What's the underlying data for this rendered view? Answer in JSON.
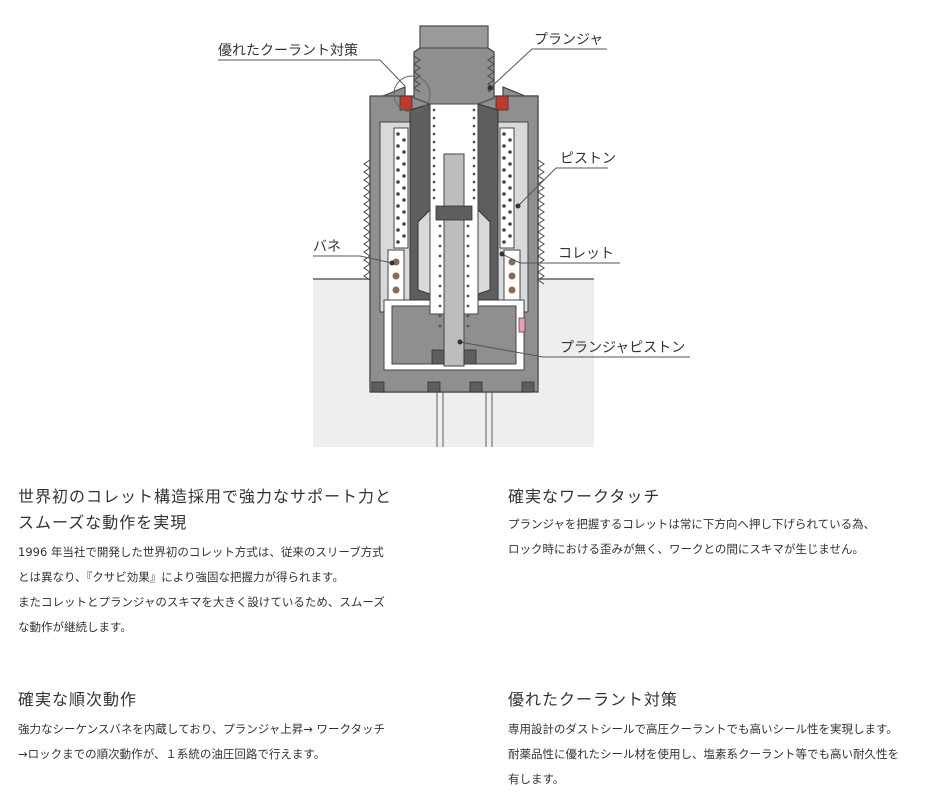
{
  "diagram": {
    "labels": {
      "coolant": "優れたクーラント対策",
      "plunger": "プランジャ",
      "piston": "ピストン",
      "spring": "バネ",
      "collet": "コレット",
      "plunger_piston": "プランジャピストン"
    }
  },
  "features": [
    {
      "title": "世界初のコレット構造採用で強力なサポート力と",
      "title2": "スムーズな動作を実現",
      "lines": [
        "1996 年当社で開発した世界初のコレット方式は、従来のスリーブ方式",
        "とは異なり、『クサビ効果』により強固な把握力が得られます。",
        "またコレットとプランジャのスキマを大きく設けているため、スムーズ",
        "な動作が継続します。"
      ]
    },
    {
      "title": "確実なワークタッチ",
      "lines": [
        "プランジャを把握するコレットは常に下方向へ押し下げられている為、",
        "ロック時における歪みが無く、ワークとの間にスキマが生じません。"
      ]
    },
    {
      "title": "確実な順次動作",
      "lines": [
        "強力なシーケンスバネを内蔵しており、プランジャ上昇→ ワークタッチ",
        "→ロックまでの順次動作が、１系統の油圧回路で行えます。"
      ]
    },
    {
      "title": "優れたクーラント対策",
      "lines": [
        "専用設計のダストシールで高圧クーラントでも高いシール性を実現します。",
        "耐薬品性に優れたシール材を使用し、塩素系クーラント等でも高い耐久性を",
        "有します。"
      ]
    }
  ],
  "colors": {
    "body_gray": "#8f8f8f",
    "dark_gray": "#5e5e5e",
    "light_gray": "#eeeeee",
    "seal_red": "#c0392b",
    "pink": "#e8a0b0"
  }
}
